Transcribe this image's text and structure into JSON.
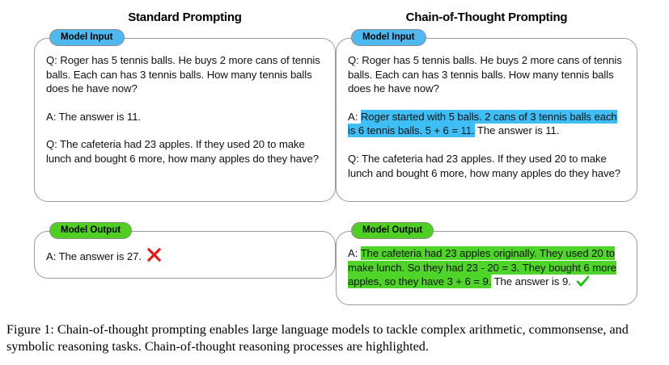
{
  "columns": [
    {
      "title": "Standard Prompting",
      "input_panel": {
        "legend": "Model Input",
        "blocks": [
          "Q: Roger has 5 tennis balls. He buys 2 more cans of tennis balls. Each can has 3 tennis balls. How many tennis balls does he have now?",
          "A: The answer is 11.",
          "Q: The cafeteria had 23 apples. If they used 20 to make lunch and bought 6 more, how many apples do they have?"
        ]
      },
      "output_panel": {
        "legend": "Model Output",
        "answer_prefix": "A: The answer is 27.",
        "mark": "cross-icon"
      }
    },
    {
      "title": "Chain-of-Thought Prompting",
      "input_panel": {
        "legend": "Model Input",
        "question_1": "Q: Roger has 5 tennis balls. He buys 2 more cans of tennis balls. Each can has 3 tennis balls. How many tennis balls does he have now?",
        "answer_1_prefix": "A: ",
        "answer_1_highlight": "Roger started with 5 balls. 2 cans of 3 tennis balls each is 6 tennis balls. 5 + 6 = 11.",
        "answer_1_suffix": " The answer is 11.",
        "question_2": "Q: The cafeteria had 23 apples. If they used 20 to make lunch and bought 6 more, how many apples do they have?"
      },
      "output_panel": {
        "legend": "Model Output",
        "answer_prefix": "A: ",
        "answer_highlight": "The cafeteria had 23 apples originally. They used 20 to make lunch. So they had 23 - 20 = 3. They bought 6 more apples, so they have 3 + 6 = 9.",
        "answer_suffix": " The answer is 9.",
        "mark": "check-icon"
      }
    }
  ],
  "caption": {
    "label": "Figure 1:",
    "text": " Chain-of-thought prompting enables large language models to tackle complex arithmetic, commonsense, and symbolic reasoning tasks. Chain-of-thought reasoning processes are highlighted."
  },
  "colors": {
    "legend_blue": "#4FB8EF",
    "legend_green": "#4FCF22",
    "highlight_blue": "#3FBDF5",
    "highlight_green": "#4FD42A",
    "cross_red": "#E8140F",
    "check_green": "#14C400",
    "panel_border": "#9a9a9a"
  }
}
